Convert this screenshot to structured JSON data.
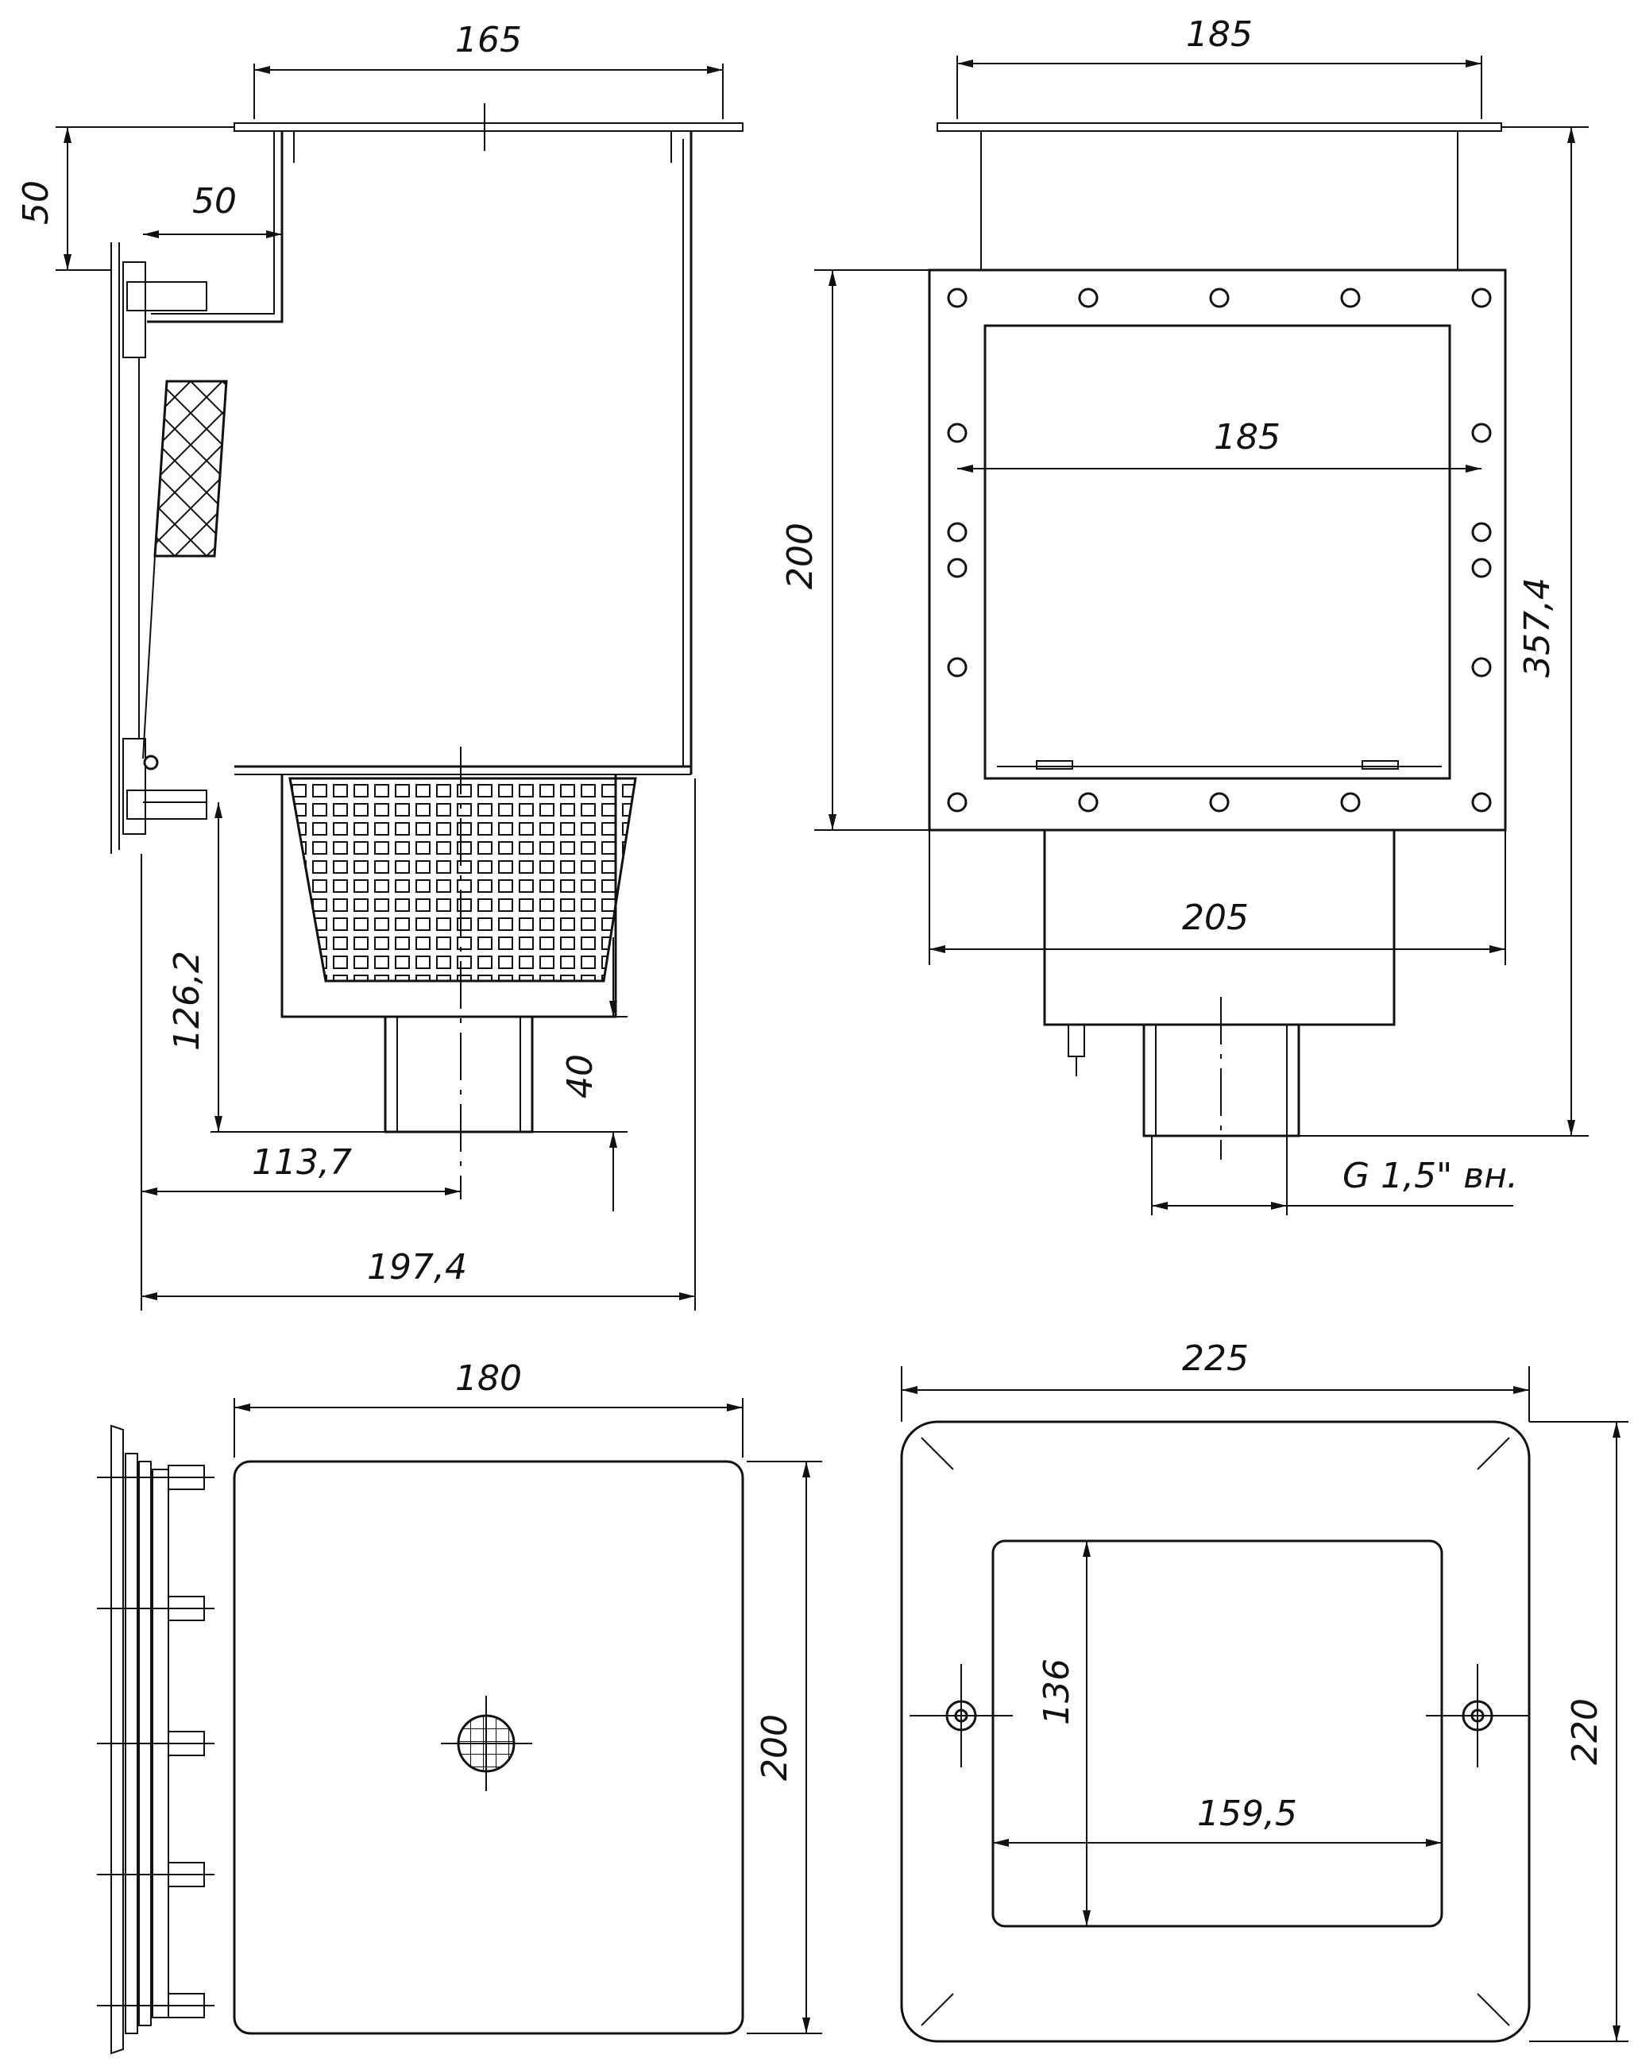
{
  "views": {
    "side_section": {
      "dims": {
        "top_width": "165",
        "flange_offset": "50",
        "left_offset": "50",
        "outlet_height": "126,2",
        "pipe_length": "40",
        "outlet_axis": "113,7",
        "overall_depth": "197,4"
      }
    },
    "front": {
      "dims": {
        "top_width": "185",
        "inner_width": "185",
        "flange_height": "200",
        "overall_height": "357,4",
        "flange_width": "205",
        "thread": "G 1,5\" вн."
      }
    },
    "bottom_left": {
      "dims": {
        "width": "180",
        "height": "200"
      }
    },
    "bottom_right": {
      "dims": {
        "outer_width": "225",
        "outer_height": "220",
        "window_height": "136",
        "window_width": "159,5"
      }
    }
  }
}
